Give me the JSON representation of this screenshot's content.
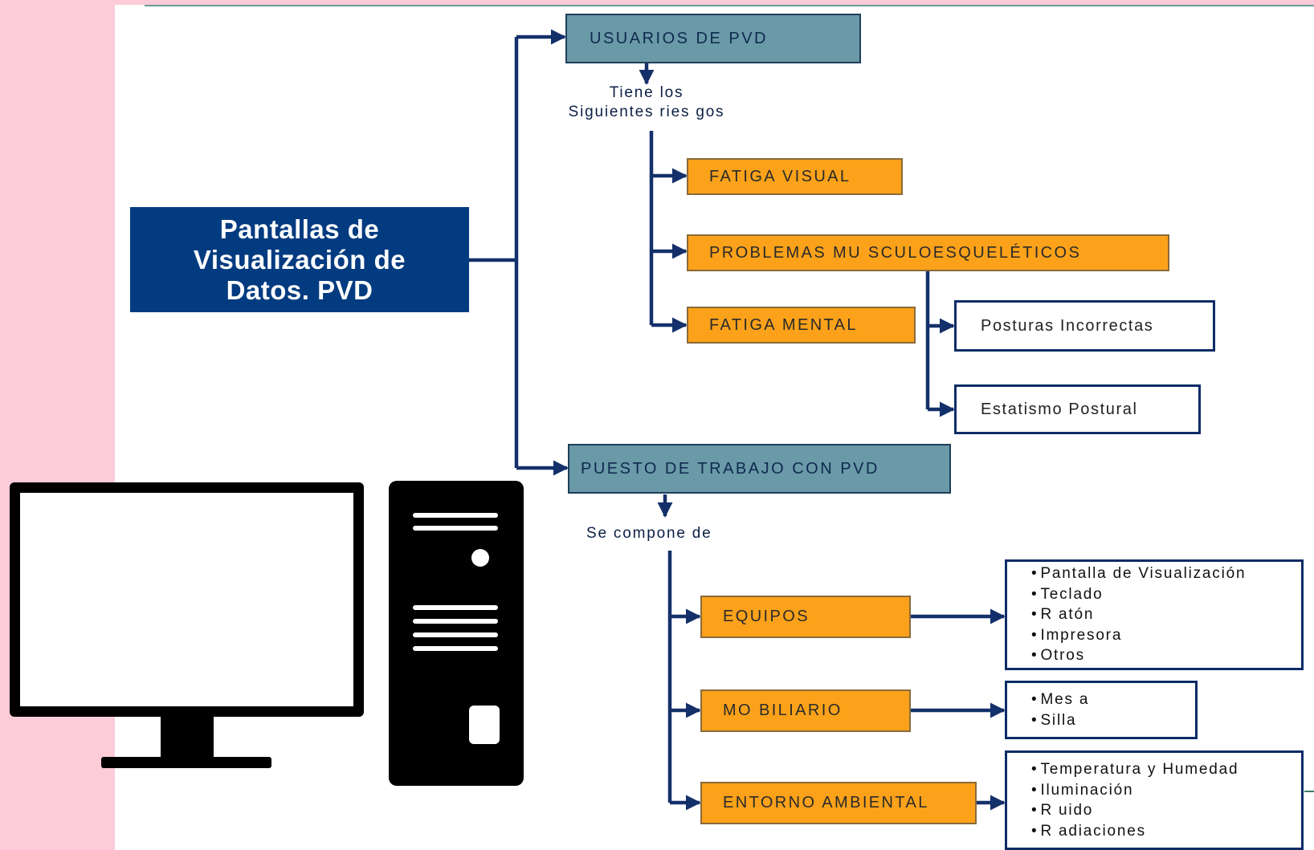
{
  "diagram": {
    "root": {
      "label": "Pantallas de\nVisualización de\nDatos. PVD"
    },
    "users": {
      "label": "USUARIOS DE PVD",
      "note": "Tiene los\nSiguientes ries gos",
      "risks": [
        {
          "label": "FATIGA VISUAL"
        },
        {
          "label": "PROBLEMAS MU SCULOESQUELÉTICOS"
        },
        {
          "label": "FATIGA MENTAL"
        }
      ],
      "muscle_causes": [
        {
          "label": "Posturas Incorrectas"
        },
        {
          "label": "Estatismo Postural"
        }
      ]
    },
    "workstation": {
      "label": "PUESTO DE TRABAJO CON PVD",
      "note": "Se compone de",
      "components": [
        {
          "label": "EQUIPOS",
          "items": [
            "Pantalla de Visualización",
            "Teclado",
            "R atón",
            "Impresora",
            "Otros"
          ]
        },
        {
          "label": "MO BILIARIO",
          "items": [
            "Mes a",
            "Silla"
          ]
        },
        {
          "label": "ENTORNO AMBIENTAL",
          "items": [
            "Temperatura y Humedad",
            "Iluminación",
            "R uido",
            "R adiaciones"
          ]
        }
      ]
    }
  },
  "illustration": {
    "name": "computer-icon"
  },
  "colors": {
    "navy": "#023b80",
    "connector": "#14306a",
    "teal": "#6a99a7",
    "orange": "#fba21a",
    "pink": "#fcccd9"
  }
}
